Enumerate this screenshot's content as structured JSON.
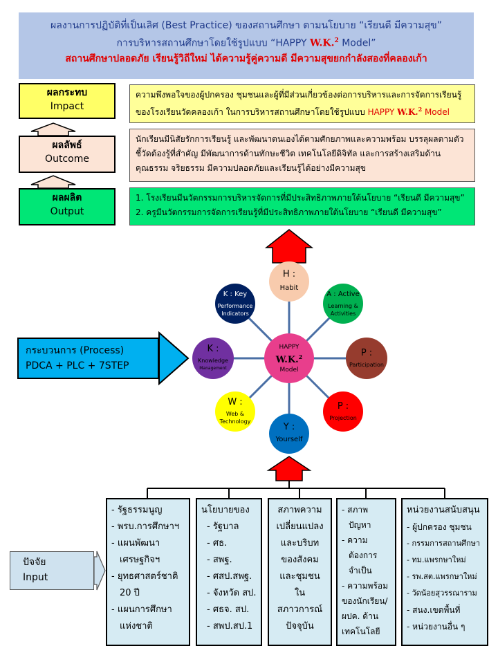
{
  "header": {
    "line1": "ผลงานการปฏิบัติที่เป็นเลิศ (Best Practice) ของสถานศึกษา ตามนโยบาย “เรียนดี มีความสุข”",
    "line2_pre": "การบริหารสถานศึกษาโดยใช้รูปแบบ  “HAPPY ",
    "line2_wk": "W.K.",
    "line2_sup": "2",
    "line2_post": " Model”",
    "line3": "สถานศึกษาปลอดภัย  เรียนรู้วิถีใหม่  ได้ความรู้คู่ความดี มีความสุขยกกำลังสองที่คลองเก้า"
  },
  "levels": {
    "impact": {
      "thai": "ผลกระทบ",
      "eng": "Impact",
      "text_pre": "ความพึงพอใจของผู้ปกครอง ชุมชนและผู้ที่มีส่วนเกี่ยวข้องต่อการบริหารและการจัดการเรียนรู้ของโรงเรียนวัดคลองเก้า ในการบริหารสถานศึกษาโดยใช้รูปแบบ ",
      "text_happy": "HAPPY ",
      "text_wk": "W.K.",
      "text_sup": "2",
      "text_model": " Model"
    },
    "outcome": {
      "thai": "ผลลัพธ์",
      "eng": "Outcome",
      "text": "นักเรียนมีนิสัยรักการเรียนรู้ และพัฒนาตนเองได้ตามศักยภาพและความพร้อม บรรลุผลตามตัวชี้วัดต้องรู้ที่สำคัญ มีพัฒนาการด้านทักษะชีวิต เทคโนโลยีดิจิทัล และการสร้างเสริมด้านคุณธรรม จริยธรรม มีความปลอดภัยและเรียนรู้ได้อย่างมีความสุข"
    },
    "output": {
      "thai": "ผลผลิต",
      "eng": "Output",
      "item1": "1. โรงเรียนมีนวัตกรรมการบริหารจัดการที่มีประสิทธิภาพภายใต้นโยบาย “เรียนดี มีความสุข”",
      "item2": "2. ครูมีนวัตกรรมการจัดการเรียนรู้ที่มีประสิทธิภาพภายใต้นโยบาย “เรียนดี มีความสุข”"
    }
  },
  "process": {
    "line1": "กระบวนการ (Process)",
    "line2": "PDCA + PLC + 7STEP"
  },
  "model": {
    "center_top": "HAPPY",
    "center_wk": "W.K.",
    "center_sup": "2",
    "center_bottom": "Model",
    "h": {
      "letter": "H :",
      "desc": "Habit"
    },
    "a": {
      "letter": "A : Active",
      "desc1": "Learning &",
      "desc2": "Activities"
    },
    "p1": {
      "letter": "P :",
      "desc": "Participation"
    },
    "p2": {
      "letter": "P :",
      "desc": "Projection"
    },
    "y": {
      "letter": "Y :",
      "desc": "Yourself"
    },
    "w": {
      "letter": "W :",
      "desc1": "Web &",
      "desc2": "Technology"
    },
    "k1": {
      "letter": "K :",
      "desc": "Knowledge",
      "desc2": "Management"
    },
    "k2": {
      "letter": "K : Key",
      "desc1": "Performance",
      "desc2": "Indicators"
    }
  },
  "input": {
    "thai": "ปัจจัย",
    "eng": "Input",
    "col1": [
      "- รัฐธรรมนูญ",
      "- พรบ.การศึกษาฯ",
      "- แผนพัฒนา",
      "   เศรษฐกิจฯ",
      "- ยุทธศาสตร์ชาติ",
      "   20 ปี",
      "- แผนการศึกษา",
      "   แห่งชาติ"
    ],
    "col2": [
      "นโยบายของ",
      "- รัฐบาล",
      "- ศธ.",
      "- สพฐ.",
      "- ศสป.สพฐ.",
      "- จังหวัด สป.",
      "- ศธจ. สป.",
      "- สพป.สป.1"
    ],
    "col3": [
      "สภาพความ",
      "เปลี่ยนแปลง",
      "และบริบท",
      "ของสังคม",
      "และชุมชน",
      "ใน",
      "สภาวการณ์",
      "ปัจจุบัน"
    ],
    "col4": [
      "- สภาพ",
      "  ปัญหา",
      "- ความ",
      "  ต้องการ",
      "  จำเป็น",
      "- ความพร้อม",
      "ของนักเรียน/",
      "ผปค. ด้าน",
      "เทคโนโลยี"
    ],
    "col5": [
      "หน่วยงานสนับสนุน",
      "- ผู้ปกครอง ชุมชน",
      "- กรรมการสถานศึกษา",
      "- ทม.แพรกษาใหม่",
      "- รพ.สต.แพรกษาใหม่",
      "- วัดน้อยสุวรรณาราม",
      "- สนง.เขตพื้นที่",
      "- หน่วยงานอื่น ๆ"
    ]
  },
  "colors": {
    "header_bg": "#b4c6e7",
    "impact": "#ffff66",
    "outcome": "#fce4d6",
    "output": "#00e676",
    "process": "#00b0f0",
    "arrow_red": "#ff0000"
  }
}
